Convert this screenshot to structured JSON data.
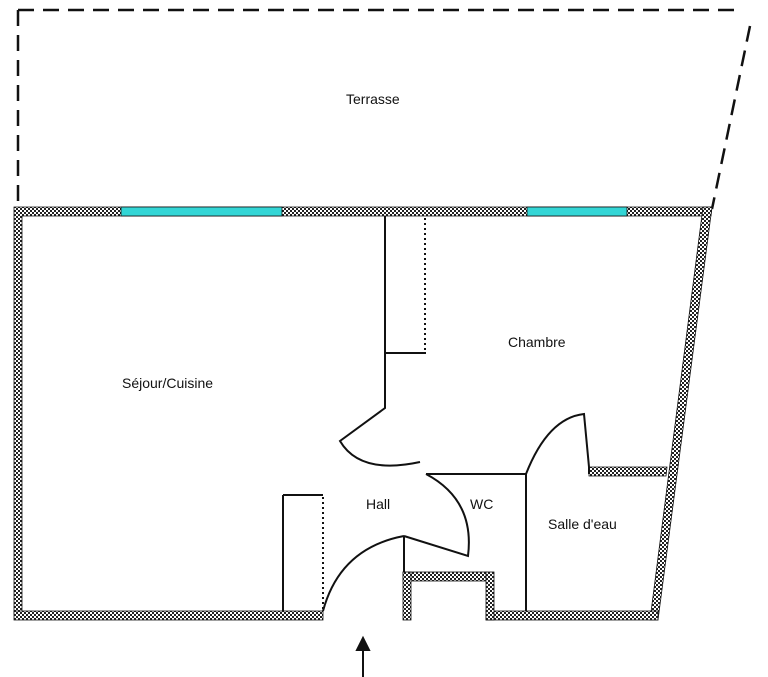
{
  "rooms": {
    "terrace": "Terrasse",
    "living": "Séjour/Cuisine",
    "bedroom": "Chambre",
    "hall": "Hall",
    "wc": "WC",
    "bathroom": "Salle d'eau"
  },
  "colors": {
    "wall_dark": "#222222",
    "wall_light": "#ffffff",
    "window": "#33d6d6",
    "line": "#111111",
    "background": "#ffffff"
  },
  "icons": {
    "entrance": "arrow-up-icon"
  }
}
